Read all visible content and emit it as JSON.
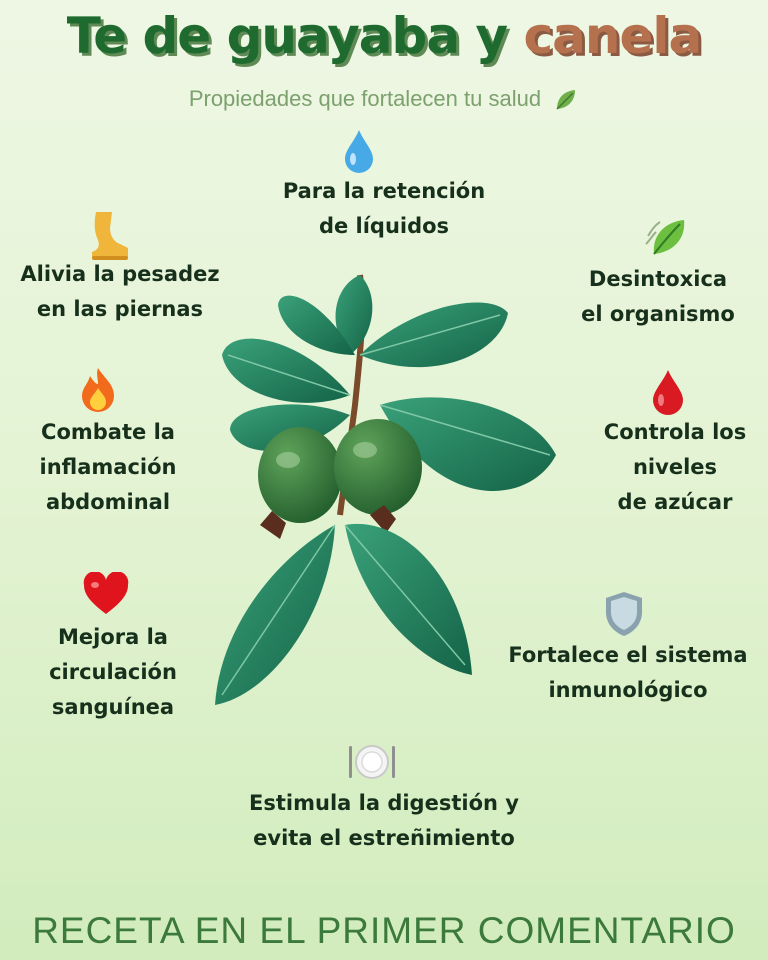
{
  "title": {
    "part1": "Te de guayaba y ",
    "part2": "canela",
    "color_green": "#1f6b2f",
    "color_cinnamon": "#b5704e"
  },
  "subtitle": "Propiedades que fortalecen tu salud",
  "benefits": [
    {
      "icon": "droplet-icon",
      "line1": "Para la retención",
      "line2": "de líquidos"
    },
    {
      "icon": "leg-icon",
      "line1": "Alivia la pesadez",
      "line2": "en las piernas"
    },
    {
      "icon": "leaves-icon",
      "line1": "Desintoxica",
      "line2": "el organismo"
    },
    {
      "icon": "fire-icon",
      "line1": "Combate la",
      "line2": "inflamación",
      "line3": "abdominal"
    },
    {
      "icon": "blood-drop-icon",
      "line1": "Controla los",
      "line2": "niveles",
      "line3": "de azúcar"
    },
    {
      "icon": "heart-icon",
      "line1": "Mejora la",
      "line2": "circulación",
      "line3": "sanguínea"
    },
    {
      "icon": "shield-icon",
      "line1": "Fortalece el sistema",
      "line2": "inmunológico"
    },
    {
      "icon": "plate-icon",
      "line1": "Estimula la digestión y",
      "line2": "evita el estreñimiento"
    }
  ],
  "footer": "RECETA EN EL PRIMER COMENTARIO"
}
